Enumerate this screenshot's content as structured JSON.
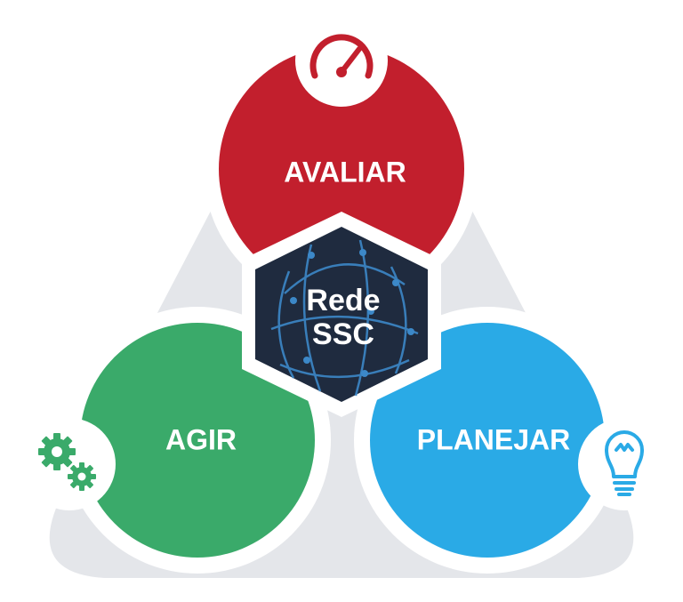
{
  "cycle": {
    "avaliar": {
      "label": "AVALIAR",
      "color": "#c21f2d",
      "icon": "speedometer-icon"
    },
    "agir": {
      "label": "AGIR",
      "color": "#3aaa6a",
      "icon": "gears-icon"
    },
    "planejar": {
      "label": "PLANEJAR",
      "color": "#2aaae6",
      "icon": "lightbulb-icon"
    }
  },
  "hub": {
    "line1": "Rede",
    "line2": "SSC",
    "color": "#1f2b3f",
    "accent": "#3c88c8"
  },
  "colors": {
    "backdrop": "#e4e6ea",
    "ring": "#cfd2d7"
  }
}
